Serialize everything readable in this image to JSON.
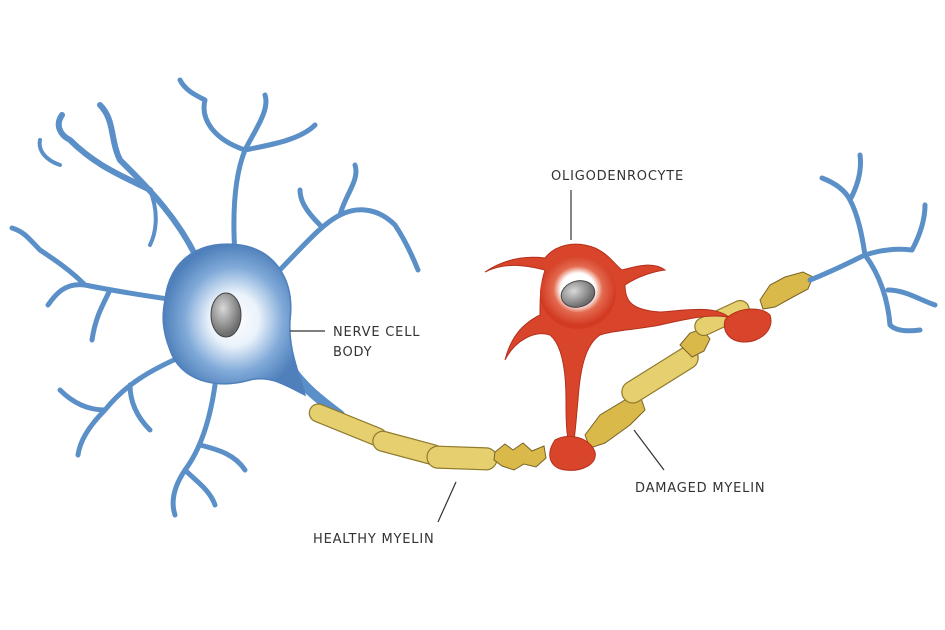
{
  "labels": {
    "oligodendrocyte": "OLIGODENROCYTE",
    "nerve_cell_body_line1": "NERVE CELL",
    "nerve_cell_body_line2": "BODY",
    "healthy_myelin": "HEALTHY MYELIN",
    "damaged_myelin": "DAMAGED MYELIN"
  },
  "colors": {
    "neuron": "#5b8fc7",
    "oligodendrocyte": "#d9452b",
    "myelin": "#e6cf6e",
    "nucleus": "#8a8a8a"
  }
}
